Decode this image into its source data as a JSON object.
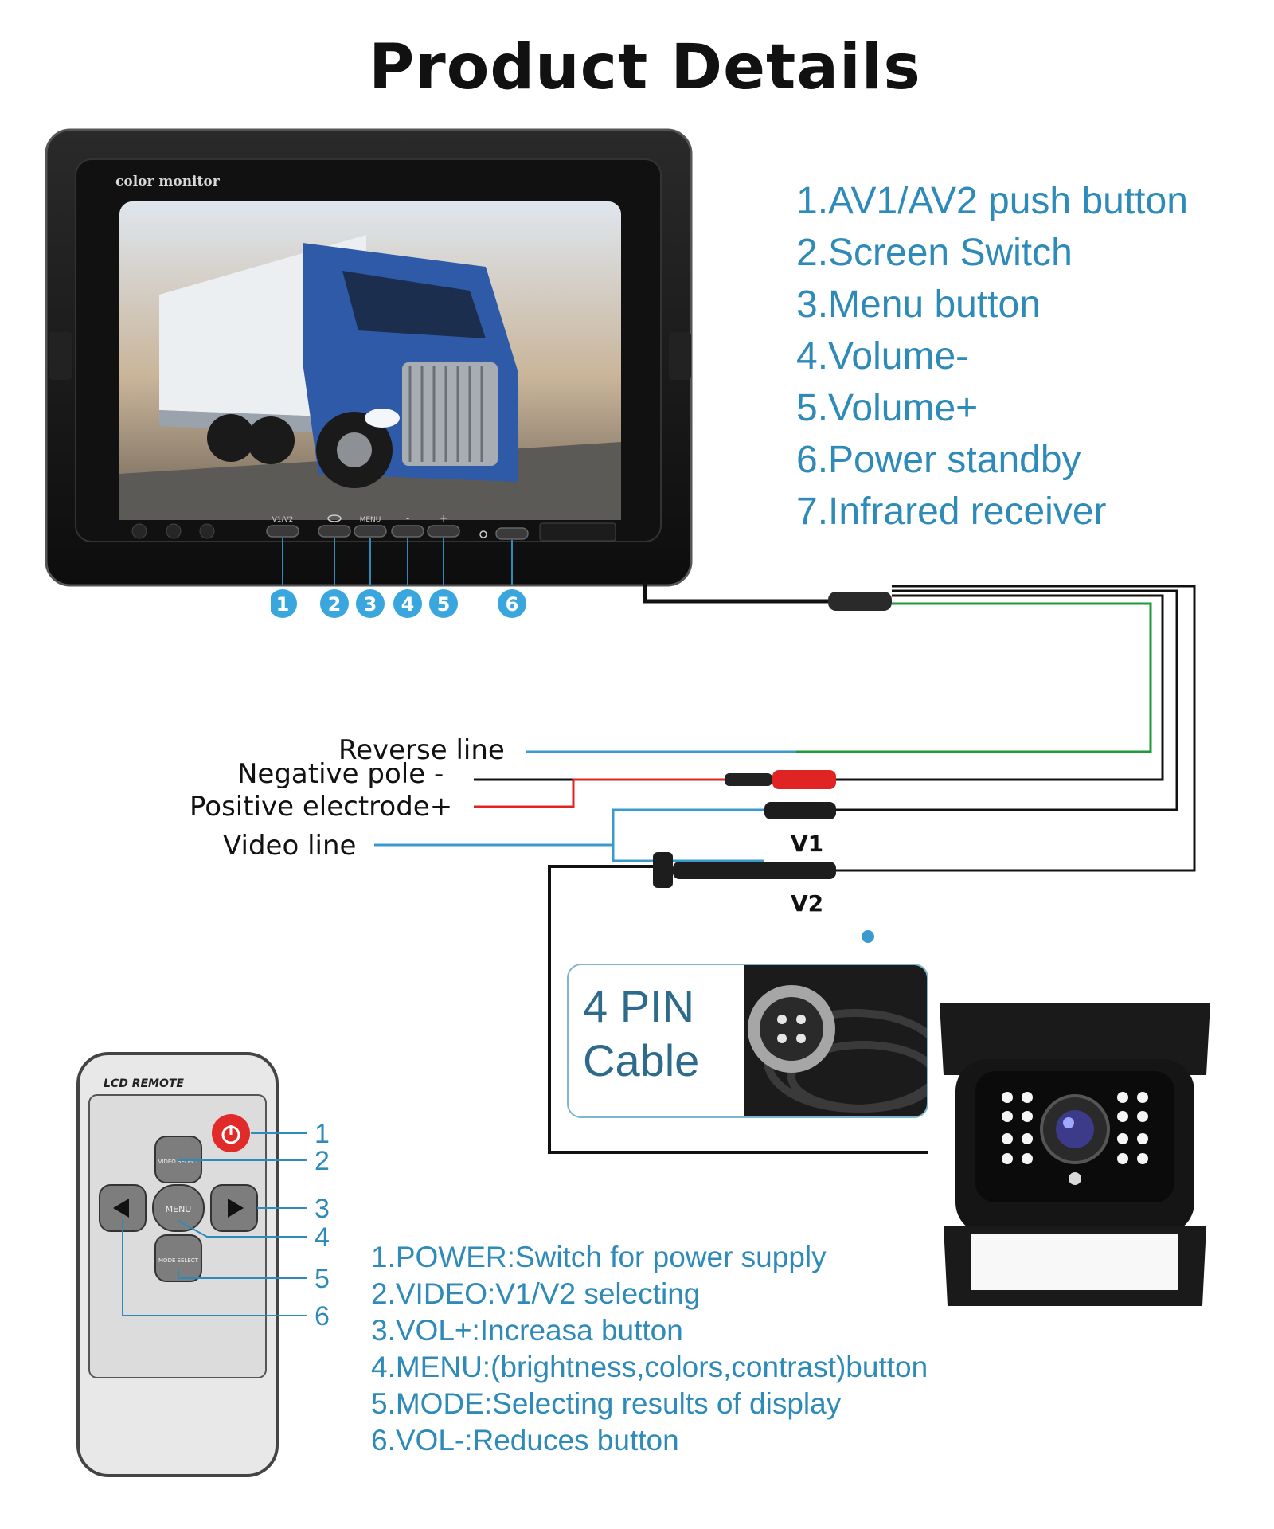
{
  "title": "Product Details",
  "monitor": {
    "brand_label": "color monitor",
    "button_labels": [
      "V1/V2",
      "",
      "MENU",
      "-",
      "+"
    ],
    "callouts": [
      "1",
      "2",
      "3",
      "4",
      "5",
      "6"
    ]
  },
  "monitor_features": [
    "1.AV1/AV2 push button",
    "2.Screen Switch",
    "3.Menu button",
    "4.Volume-",
    "5.Volume+",
    "6.Power standby",
    "7.Infrared receiver"
  ],
  "wiring": {
    "reverse": "Reverse line",
    "negative": "Negative pole -",
    "positive": "Positive electrode+",
    "video": "Video line",
    "v1": "V1",
    "v2": "V2"
  },
  "cable_badge": {
    "line1": "4 PIN",
    "line2": "Cable"
  },
  "remote": {
    "brand": "LCD REMOTE",
    "key_video": "VIDEO SELECT",
    "key_menu": "MENU",
    "key_mode": "MODE SELECT",
    "callouts": [
      "1",
      "2",
      "3",
      "4",
      "5",
      "6"
    ]
  },
  "remote_features": [
    "1.POWER:Switch for power supply",
    "2.VIDEO:V1/V2 selecting",
    "3.VOL+:Increasa button",
    "4.MENU:(brightness,colors,contrast)button",
    "5.MODE:Selecting results of display",
    "6.VOL-:Reduces button"
  ],
  "colors": {
    "accent_blue": "#2e8ab8",
    "wire_green": "#1f9a3a",
    "wire_red": "#e02424",
    "wire_blue": "#3a9ad0",
    "power_red": "#e12a2a"
  }
}
